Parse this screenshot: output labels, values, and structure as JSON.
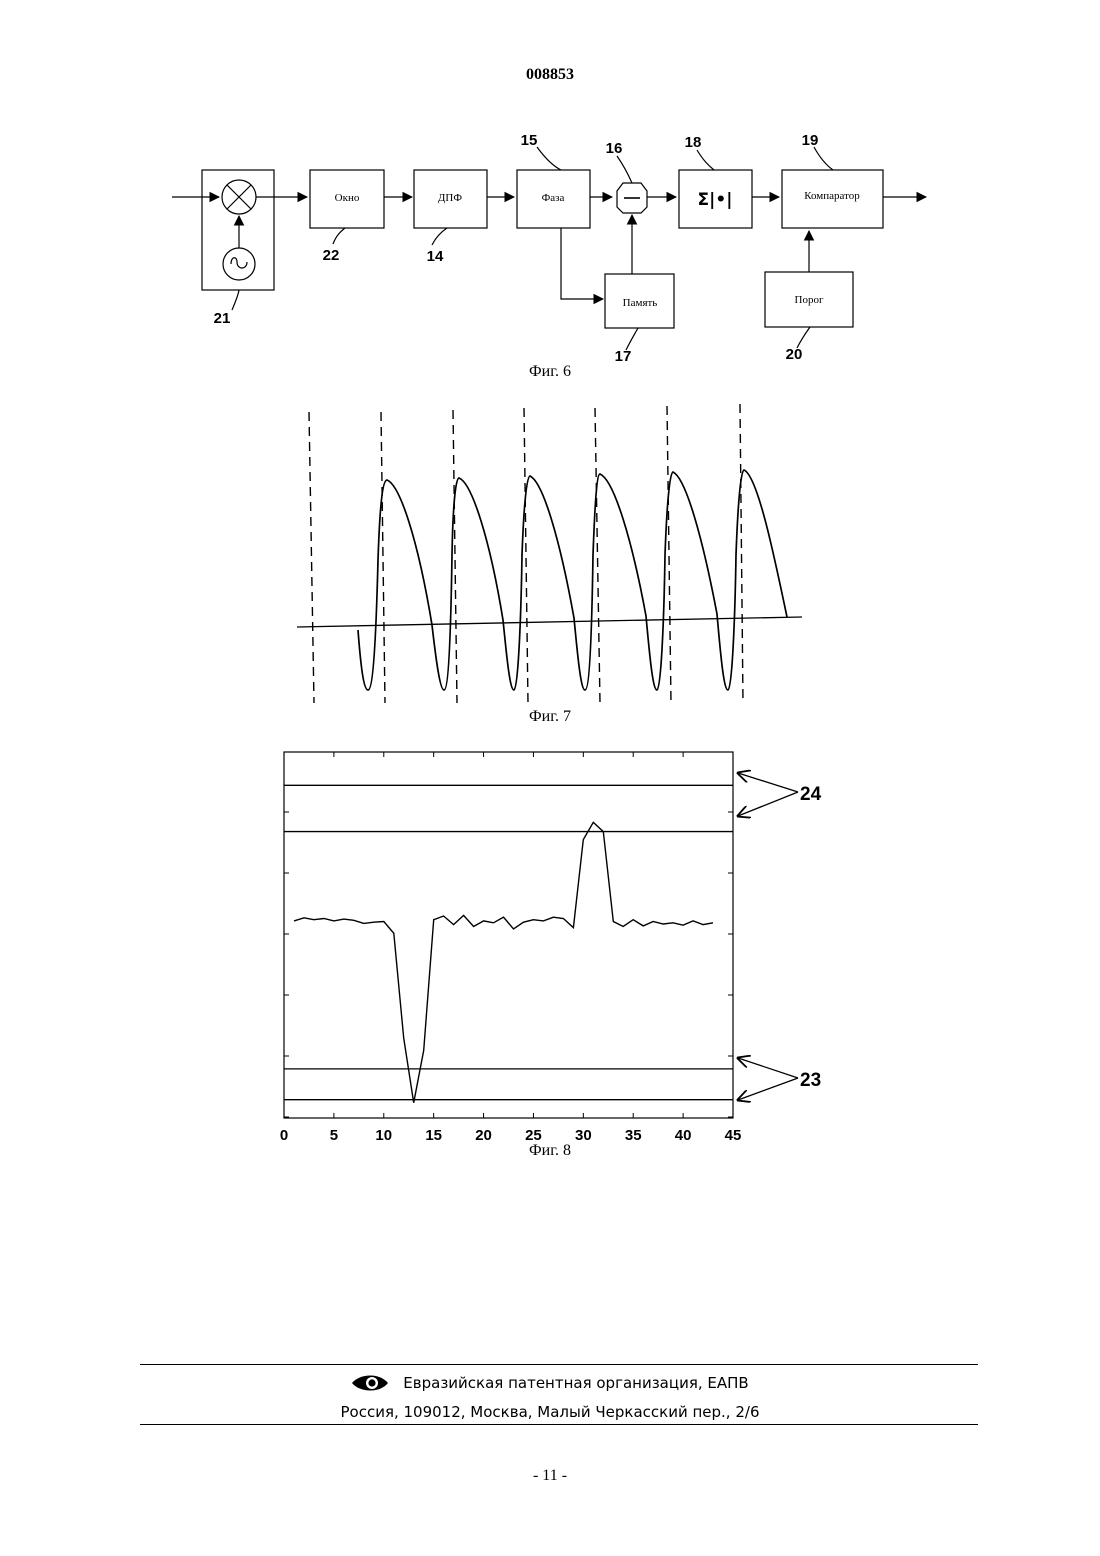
{
  "header": {
    "doc_number": "008853"
  },
  "fig6": {
    "caption": "Фиг. 6",
    "blocks": {
      "window": "Окно",
      "dft": "ДПФ",
      "phase": "Фаза",
      "memory": "Память",
      "comparator": "Компаратор",
      "threshold": "Порог",
      "summation": "Σ|•|"
    },
    "refs": {
      "r14": "14",
      "r15": "15",
      "r16": "16",
      "r17": "17",
      "r18": "18",
      "r19": "19",
      "r20": "20",
      "r21": "21",
      "r22": "22"
    }
  },
  "fig7": {
    "caption": "Фиг. 7"
  },
  "fig8": {
    "caption": "Фиг. 8",
    "refs": {
      "r23": "23",
      "r24": "24"
    }
  },
  "chart_data": {
    "type": "line",
    "xlim": [
      0,
      45
    ],
    "x_ticks": [
      "0",
      "5",
      "10",
      "15",
      "20",
      "25",
      "30",
      "35",
      "40",
      "45"
    ],
    "series": [
      {
        "x": [
          1,
          2,
          3,
          4,
          5,
          6,
          7,
          8,
          9,
          10,
          11,
          12,
          13,
          14,
          15,
          16,
          17,
          18,
          19,
          20,
          21,
          22,
          23,
          24,
          25,
          26,
          27,
          28,
          29,
          30,
          31,
          32,
          33,
          34,
          35,
          36,
          37,
          38,
          39,
          40,
          41,
          42,
          43
        ],
        "y": [
          0.5,
          0.55,
          0.52,
          0.54,
          0.5,
          0.53,
          0.51,
          0.46,
          0.48,
          0.49,
          0.3,
          -1.4,
          -2.45,
          -1.6,
          0.52,
          0.58,
          0.44,
          0.59,
          0.41,
          0.5,
          0.47,
          0.56,
          0.37,
          0.48,
          0.52,
          0.5,
          0.56,
          0.54,
          0.39,
          1.82,
          2.1,
          1.95,
          0.49,
          0.41,
          0.52,
          0.42,
          0.49,
          0.45,
          0.47,
          0.43,
          0.5,
          0.44,
          0.47
        ]
      }
    ],
    "ylim": [
      -2.6,
      2.9
    ],
    "reference_lines": [
      {
        "group": "24",
        "y": [
          2.7,
          1.95
        ]
      },
      {
        "group": "23",
        "y": [
          -1.9,
          -2.4
        ]
      }
    ],
    "grid": false
  },
  "footer": {
    "org": "Евразийская патентная организация, ЕАПВ",
    "address": "Россия, 109012, Москва, Малый Черкасский пер., 2/6"
  },
  "page": {
    "number": "- 11 -"
  }
}
